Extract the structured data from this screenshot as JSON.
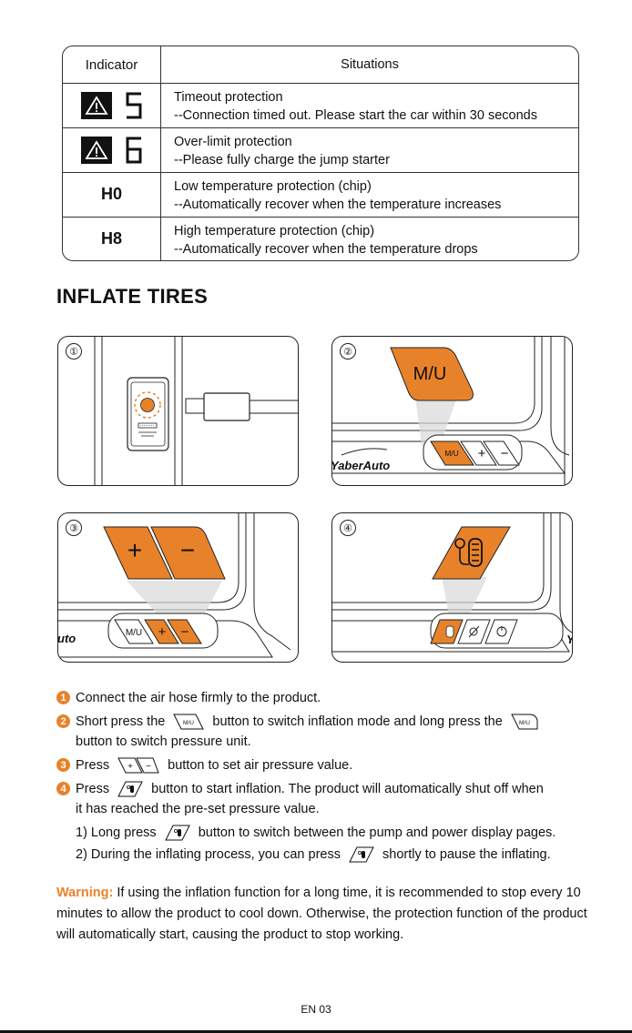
{
  "table": {
    "header": {
      "indicator": "Indicator",
      "situations": "Situations"
    },
    "rows": [
      {
        "code_digit": "5",
        "title": "Timeout protection",
        "desc": "--Connection timed out. Please start the car within 30 seconds"
      },
      {
        "code_digit": "6",
        "title": "Over-limit protection",
        "desc": "--Please fully charge the jump starter"
      },
      {
        "code": "H0",
        "title": "Low temperature protection (chip)",
        "desc": "--Automatically recover when the temperature increases"
      },
      {
        "code": "H8",
        "title": "High temperature protection (chip)",
        "desc": "--Automatically recover when the temperature drops"
      }
    ]
  },
  "section_title": "INFLATE TIRES",
  "panels": {
    "p1": {
      "num": "①"
    },
    "p2": {
      "num": "②",
      "big_label": "M/U",
      "small_label": "M/U",
      "brand": "YaberAuto",
      "plus": "+",
      "minus": "−"
    },
    "p3": {
      "num": "③",
      "big_plus": "+",
      "big_minus": "−",
      "mu": "M/U",
      "plus": "+",
      "minus": "−",
      "brand": "uto"
    },
    "p4": {
      "num": "④",
      "brand": "Y"
    }
  },
  "steps": {
    "s1": {
      "num": "1",
      "text": "Connect the air hose firmly to the product."
    },
    "s2": {
      "num": "2",
      "a": "Short press the",
      "b": "button to switch inflation mode and long press the",
      "c": "button to switch pressure unit.",
      "btn_label": "M/U"
    },
    "s3": {
      "num": "3",
      "a": "Press",
      "b": "button to set air pressure value.",
      "plus": "+",
      "minus": "−"
    },
    "s4": {
      "num": "4",
      "a": "Press",
      "b": "button to start inflation. The product will automatically shut off when",
      "c": "it has reached the pre-set pressure value."
    },
    "sub1": {
      "a": "1) Long press",
      "b": "button to switch between the pump and power display pages."
    },
    "sub2": {
      "a": "2) During the inflating process, you can press",
      "b": "shortly to pause the inflating."
    }
  },
  "warning": {
    "label": "Warning:",
    "text": " If using the inflation function for a long time, it is recommended to stop every 10 minutes to allow the product to cool down. Otherwise, the protection function of the product will automatically start, causing the product to stop working."
  },
  "footer": {
    "page": "EN 03"
  },
  "colors": {
    "accent": "#e8822a",
    "text": "#111111"
  }
}
